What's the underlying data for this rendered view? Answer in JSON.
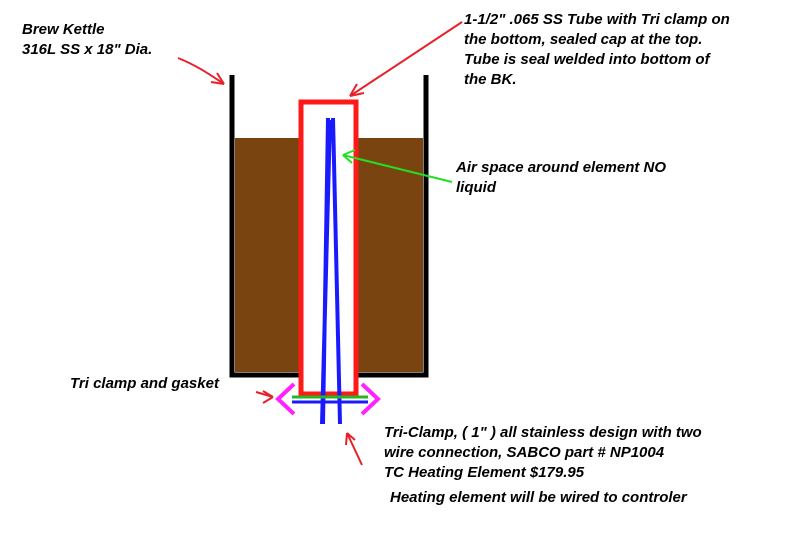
{
  "labels": {
    "kettle": [
      "Brew Kettle",
      "316L SS x 18\" Dia."
    ],
    "tube": [
      "1-1/2\" .065 SS Tube with Tri clamp on",
      "the bottom, sealed cap at the top.",
      "Tube is seal welded into bottom of",
      "the BK."
    ],
    "air": [
      "Air space around element NO",
      "liquid"
    ],
    "clamp": [
      "Tri clamp and gasket"
    ],
    "element": [
      "Tri-Clamp, ( 1\" ) all stainless design with two",
      "wire connection, SABCO part # NP1004",
      "TC Heating Element $179.95"
    ],
    "wired": [
      "Heating element will be wired to controler"
    ]
  },
  "colors": {
    "kettle_wall": "#000000",
    "liquid": "#7a4410",
    "tube": "#ff1a1a",
    "element": "#1a1aff",
    "arrow_red": "#e8202a",
    "arrow_green": "#22e022",
    "clamp": "#ff22ff",
    "gasket": "#22b822"
  }
}
